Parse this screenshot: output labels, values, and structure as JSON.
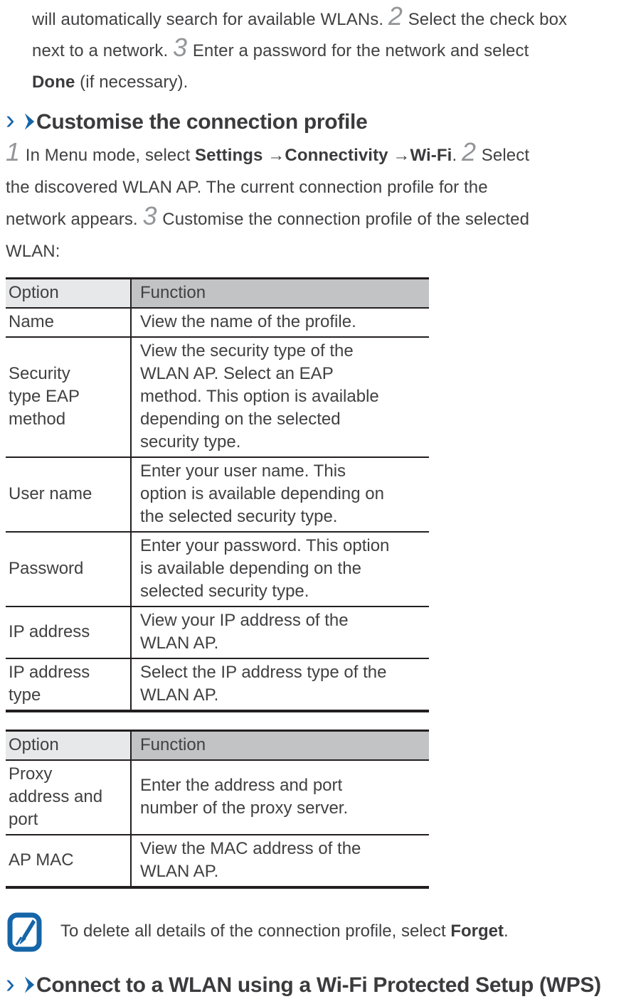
{
  "colors": {
    "accent_blue": "#1565a8",
    "header_option_fill": "#e7e8e9",
    "header_function_fill": "#c1c3c5",
    "body_text": "#414042",
    "step_number_gray": "#939598",
    "table_border": "#231f20"
  },
  "intro": [
    {
      "t": "will automatically search for available WLANs. "
    },
    {
      "t": "2",
      "n": true
    },
    {
      "t": " Select the check box"
    },
    {
      "br": true
    },
    {
      "t": "next to a network. "
    },
    {
      "t": "3",
      "n": true
    },
    {
      "t": " Enter a password for the network and select"
    },
    {
      "br": true
    },
    {
      "t": "Done",
      "b": true
    },
    {
      "t": " (if necessary)."
    }
  ],
  "section1": {
    "title": "Customise the connection profile",
    "body": [
      {
        "t": "1",
        "n": true
      },
      {
        "t": " In Menu mode, select "
      },
      {
        "t": "Settings",
        "b": true
      },
      {
        "t": " →"
      },
      {
        "t": "Connectivity",
        "b": true
      },
      {
        "t": " →"
      },
      {
        "t": "Wi-Fi",
        "b": true
      },
      {
        "t": ". "
      },
      {
        "t": "2",
        "n": true
      },
      {
        "t": " Select"
      },
      {
        "br": true
      },
      {
        "t": "the discovered WLAN AP. The current connection profile for the"
      },
      {
        "br": true
      },
      {
        "t": "network appears. "
      },
      {
        "t": "3",
        "n": true
      },
      {
        "t": " Customise the connection profile of the selected"
      },
      {
        "br": true
      },
      {
        "t": "WLAN:"
      }
    ]
  },
  "table1": {
    "headers": [
      "Option",
      "Function"
    ],
    "rows": [
      [
        "Name",
        "View the name of the profile."
      ],
      [
        "Security\ntype EAP\nmethod",
        "View the security type of the\nWLAN AP. Select an EAP\nmethod. This option is available\ndepending on the selected\nsecurity type."
      ],
      [
        "User name",
        "Enter your user name. This\noption is available depending on\nthe selected security type."
      ],
      [
        "Password",
        "Enter your password. This option\nis available depending on the\nselected security type."
      ],
      [
        "IP address",
        "View your IP address of the\nWLAN AP."
      ],
      [
        "IP address\ntype",
        "Select the IP address type of the\nWLAN AP."
      ]
    ]
  },
  "table2": {
    "headers": [
      "Option",
      "Function"
    ],
    "rows": [
      [
        "Proxy\naddress and\nport",
        "Enter the address and port\nnumber of the proxy server."
      ],
      [
        "AP MAC",
        "View the MAC address of the\nWLAN AP."
      ]
    ]
  },
  "note": [
    {
      "t": "To delete all details of the connection profile, select "
    },
    {
      "t": "Forget",
      "b": true
    },
    {
      "t": "."
    }
  ],
  "section2": {
    "title": "Connect to a WLAN using a Wi-Fi Protected Setup (WPS)"
  }
}
